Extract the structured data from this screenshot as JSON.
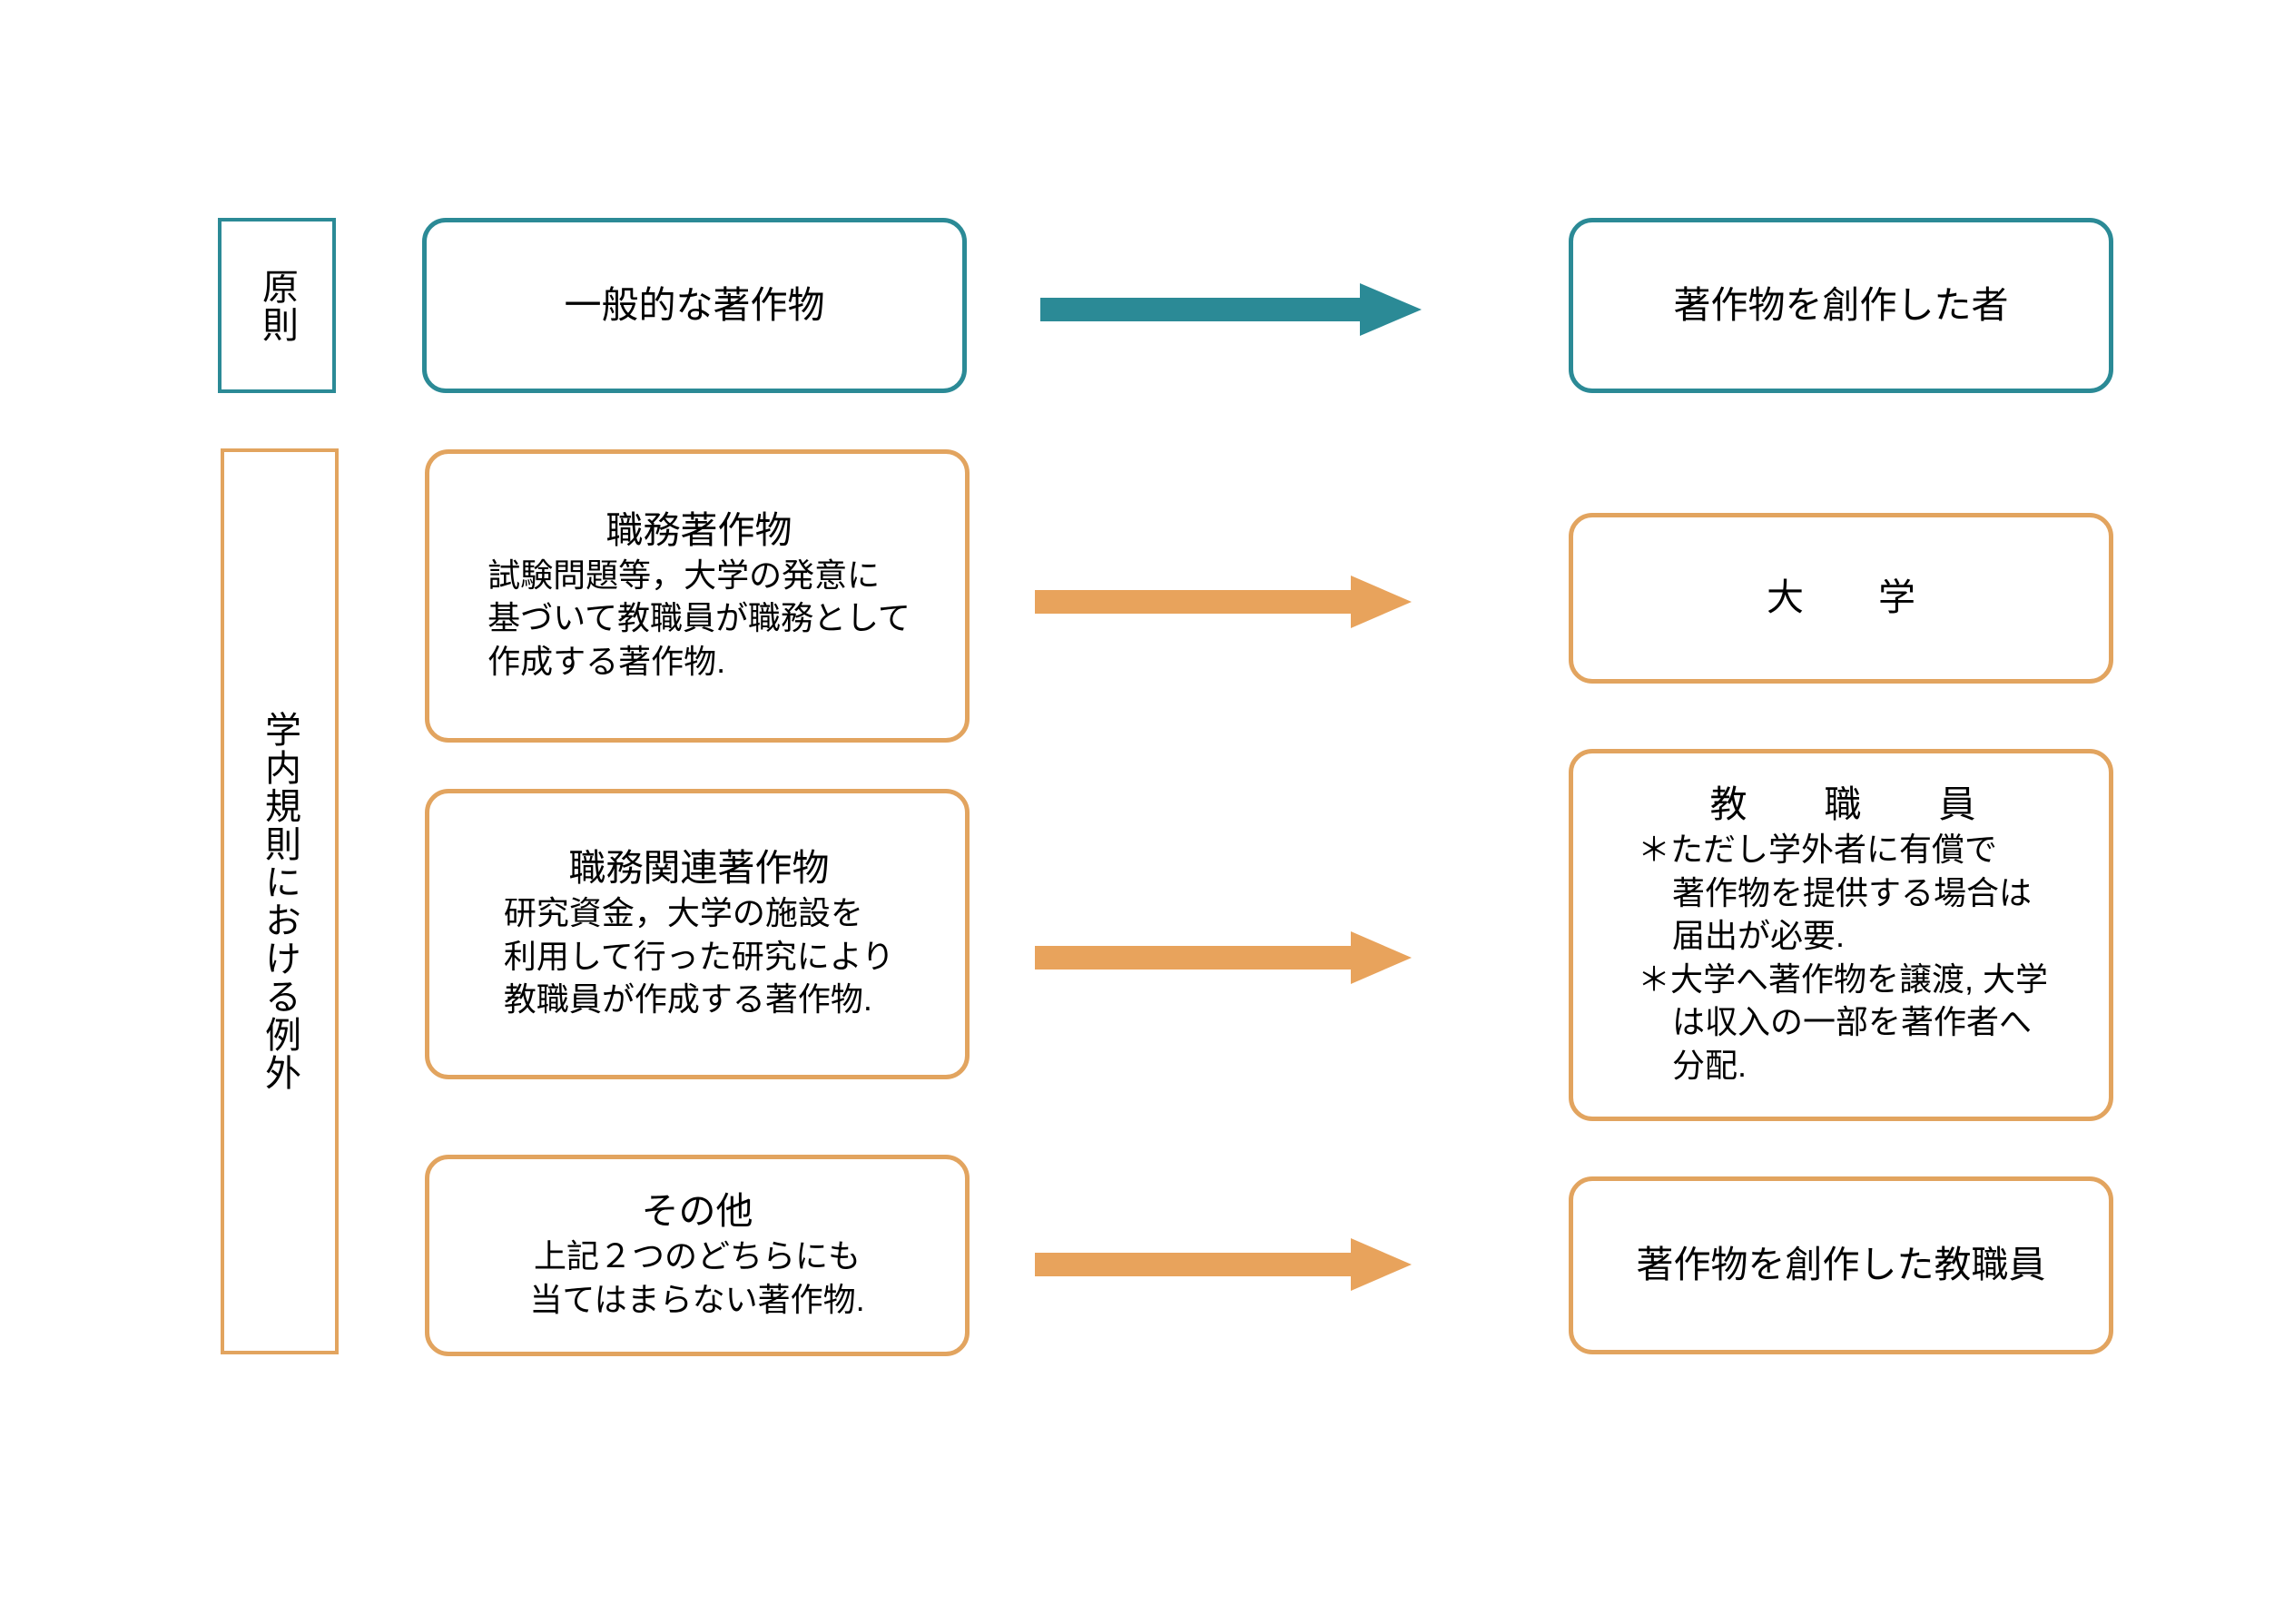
{
  "colors": {
    "teal": "#2b8a96",
    "orange": "#e2a45f",
    "arrow_teal": "#2b8a96",
    "arrow_orange": "#e8a35c",
    "text": "#000000",
    "background": "#ffffff"
  },
  "categories": {
    "principle": {
      "label": "原則"
    },
    "exception": {
      "label": "学内規則における例外"
    }
  },
  "rows": [
    {
      "source": {
        "title": "一般的な著作物",
        "body": ""
      },
      "arrow": {
        "name": "arrow-principle",
        "color": "#2b8a96"
      },
      "target": {
        "title": "著作物を創作した者",
        "notes": []
      }
    },
    {
      "source": {
        "title": "職務著作物",
        "body": "試験問題等，大学の発意に\n基づいて教職員が職務として\n作成する著作物."
      },
      "arrow": {
        "name": "arrow-work",
        "color": "#e8a35c"
      },
      "target": {
        "title": "大　　学",
        "notes": []
      }
    },
    {
      "source": {
        "title": "職務関連著作物",
        "body": "研究資金，大学の施設を\n利用して行った研究により\n教職員が作成する著作物."
      },
      "arrow": {
        "name": "arrow-related",
        "color": "#e8a35c"
      },
      "target": {
        "title": "教　職　員",
        "notes": [
          "＊ただし学外者に有償で\n著作物を提供する場合は\n届出が必要.",
          "＊大学へ著作物を譲渡, 大学\nは収入の一部を著作者へ\n分配."
        ]
      }
    },
    {
      "source": {
        "title": "その他",
        "body": "上記２つのどちらにも\n当てはまらない著作物."
      },
      "arrow": {
        "name": "arrow-other",
        "color": "#e8a35c"
      },
      "target": {
        "title": "著作物を創作した教職員",
        "notes": []
      }
    }
  ]
}
